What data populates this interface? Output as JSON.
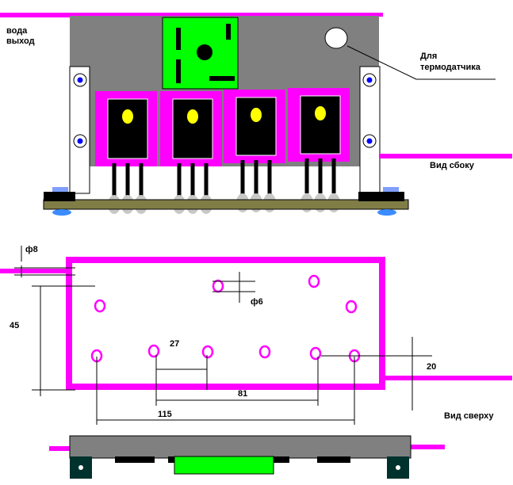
{
  "labels": {
    "water_out_line1": "вода",
    "water_out_line2": "выход",
    "thermo_line1": "Для",
    "thermo_line2": "термодатчика",
    "side_view": "Вид сбоку",
    "top_view": "Вид сверху"
  },
  "dimensions": {
    "pipe_diameter": "ф8",
    "hole_diameter": "ф6",
    "height": "45",
    "pitch_small": "27",
    "pitch_mid": "81",
    "pitch_wide": "115",
    "offset": "20"
  },
  "colors": {
    "housing": "#808080",
    "magenta": "#ff00ff",
    "green_board": "#00ff00",
    "transistor": "#000000",
    "led": "#ffff00",
    "bracket": "#e6e6e6",
    "base": "#807d47",
    "screw": "#0000ff"
  }
}
